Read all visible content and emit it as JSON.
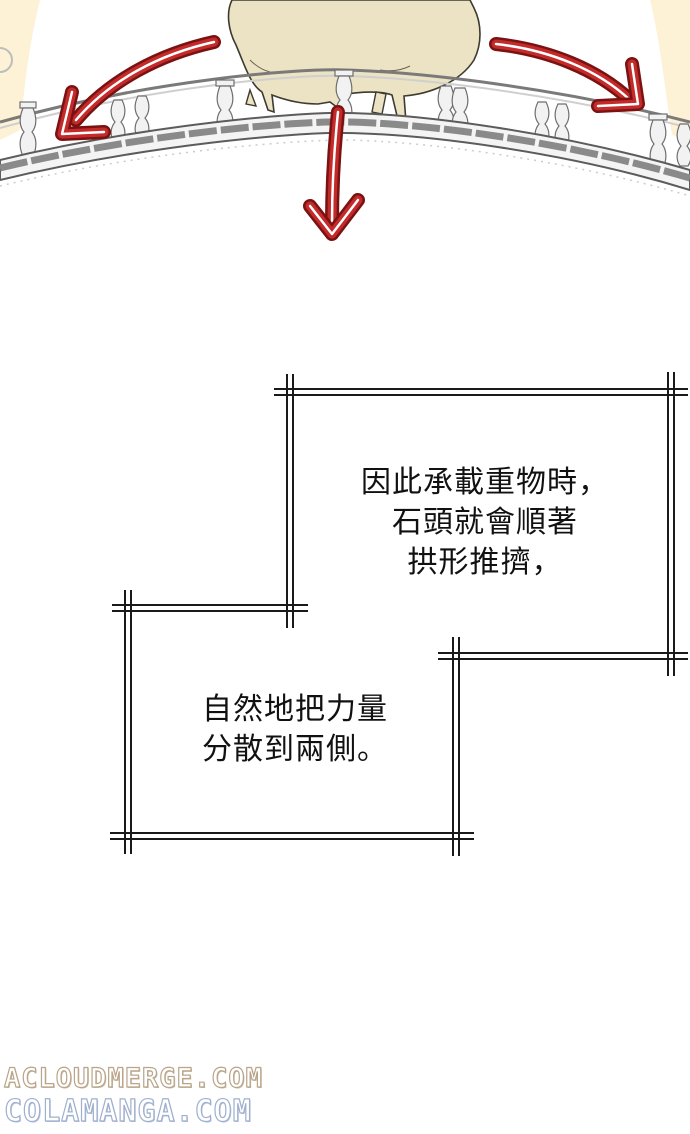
{
  "panel_top": {
    "colors": {
      "sky_glow": "#fdf3dc",
      "creature": "#ece3c4",
      "arrow_red": "#c42a2a",
      "stone": "#9a9a9a"
    },
    "icons": [
      "left-curved-arrow-icon",
      "down-arrow-icon",
      "right-curved-arrow-icon"
    ]
  },
  "captions": {
    "upper": {
      "line1": "因此承載重物時，",
      "line2": "石頭就會順著",
      "line3": "拱形推擠，"
    },
    "lower": {
      "line1": "自然地把力量",
      "line2": "分散到兩側。"
    }
  },
  "watermarks": {
    "line1": "ACLOUDMERGE.COM",
    "line2": "COLAMANGA.COM",
    "colors": {
      "line1": "#b9a58a",
      "line2": "#9fb0cf"
    }
  }
}
